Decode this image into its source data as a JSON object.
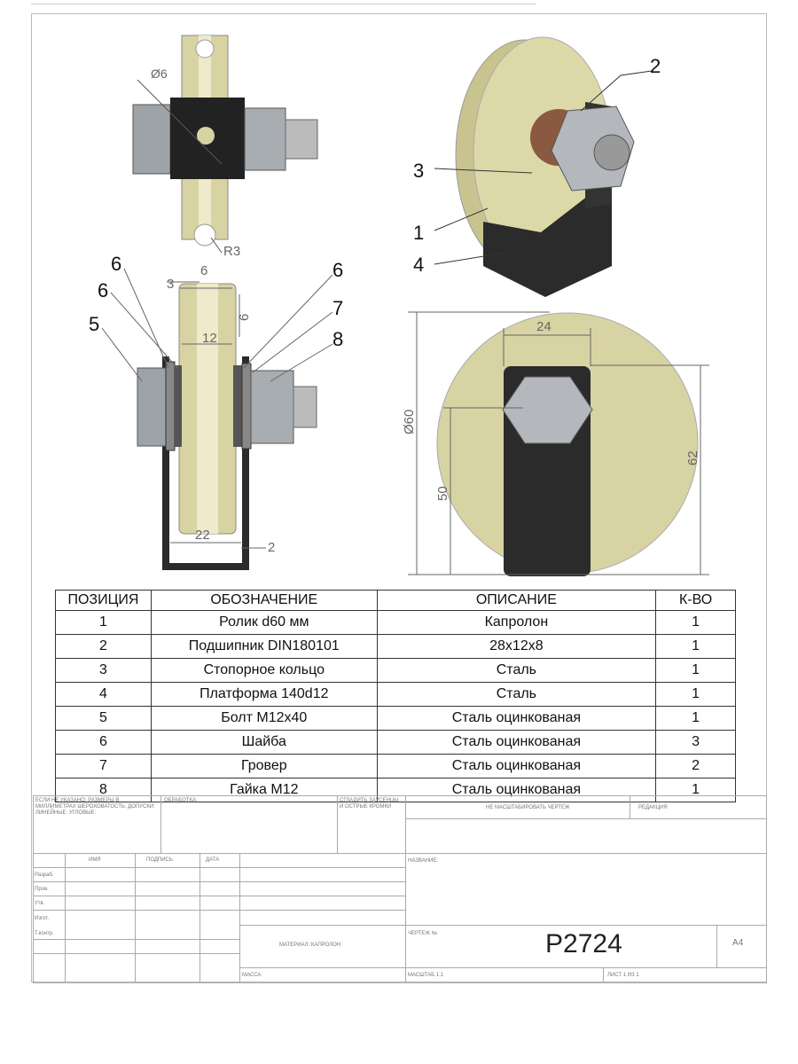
{
  "drawing": {
    "top_view": {
      "hole_dim": "Ø6",
      "radius_dim": "R3"
    },
    "side_view": {
      "dims": {
        "width_6": "6",
        "offset_3": "3",
        "height_6": "6",
        "dim_12": "12",
        "dim_22": "22",
        "dim_2": "2"
      },
      "callouts": [
        "6",
        "6",
        "5",
        "6",
        "7",
        "8"
      ]
    },
    "iso_view": {
      "callouts": [
        "2",
        "3",
        "1",
        "4"
      ]
    },
    "front_view": {
      "dims": {
        "width_24": "24",
        "diameter": "Ø60",
        "height_50": "50",
        "height_62": "62"
      }
    },
    "colors": {
      "roller": "#d8d3a2",
      "bracket": "#2b2b2b",
      "nut": "#b4b8bc"
    }
  },
  "bom": {
    "headers": [
      "ПОЗИЦИЯ",
      "ОБОЗНАЧЕНИЕ",
      "ОПИСАНИЕ",
      "К-ВО"
    ],
    "rows": [
      [
        "1",
        "Ролик d60 мм",
        "Капролон",
        "1"
      ],
      [
        "2",
        "Подшипник DIN180101",
        "28x12x8",
        "1"
      ],
      [
        "3",
        "Стопорное кольцо",
        "Сталь",
        "1"
      ],
      [
        "4",
        "Платформа 140d12",
        "Сталь",
        "1"
      ],
      [
        "5",
        "Болт М12x40",
        "Сталь оцинкованая",
        "1"
      ],
      [
        "6",
        "Шайба",
        "Сталь оцинкованая",
        "3"
      ],
      [
        "7",
        "Гровер",
        "Сталь оцинкованая",
        "2"
      ],
      [
        "8",
        "Гайка М12",
        "Сталь оцинкованая",
        "1"
      ]
    ]
  },
  "title_block": {
    "notes": "ЕСЛИ НЕ УКАЗАНО: РАЗМЕРЫ В МИЛЛИМЕТРАХ ШЕРОХОВАТОСТЬ: ДОПУСКИ: ЛИНЕЙНЫЕ: УГЛОВЫЕ:",
    "finish": "ОБРАБОТКА:",
    "deburr": "СГЛАДИТЬ ЗАУСЕНЦЫ И ОСТРЫЕ КРОМКИ",
    "no_scale": "НЕ МАСШТАБИРОВАТЬ ЧЕРТЕЖ",
    "revision": "РЕДАКЦИЯ",
    "col_name": "ИМЯ",
    "col_sign": "ПОДПИСЬ",
    "col_date": "ДАТА",
    "roles": [
      "Разраб.",
      "Пров.",
      "Утв.",
      "Изгот.",
      "Т.контр."
    ],
    "title_label": "НАЗВАНИЕ:",
    "material": "МАТЕРИАЛ: КАПРОЛОН",
    "drawing_no_label": "ЧЕРТЕЖ №",
    "drawing_no": "P2724",
    "format": "A4",
    "mass": "МАССА:",
    "scale": "МАСШТАБ 1:1",
    "sheet": "ЛИСТ 1 ИЗ 1"
  }
}
